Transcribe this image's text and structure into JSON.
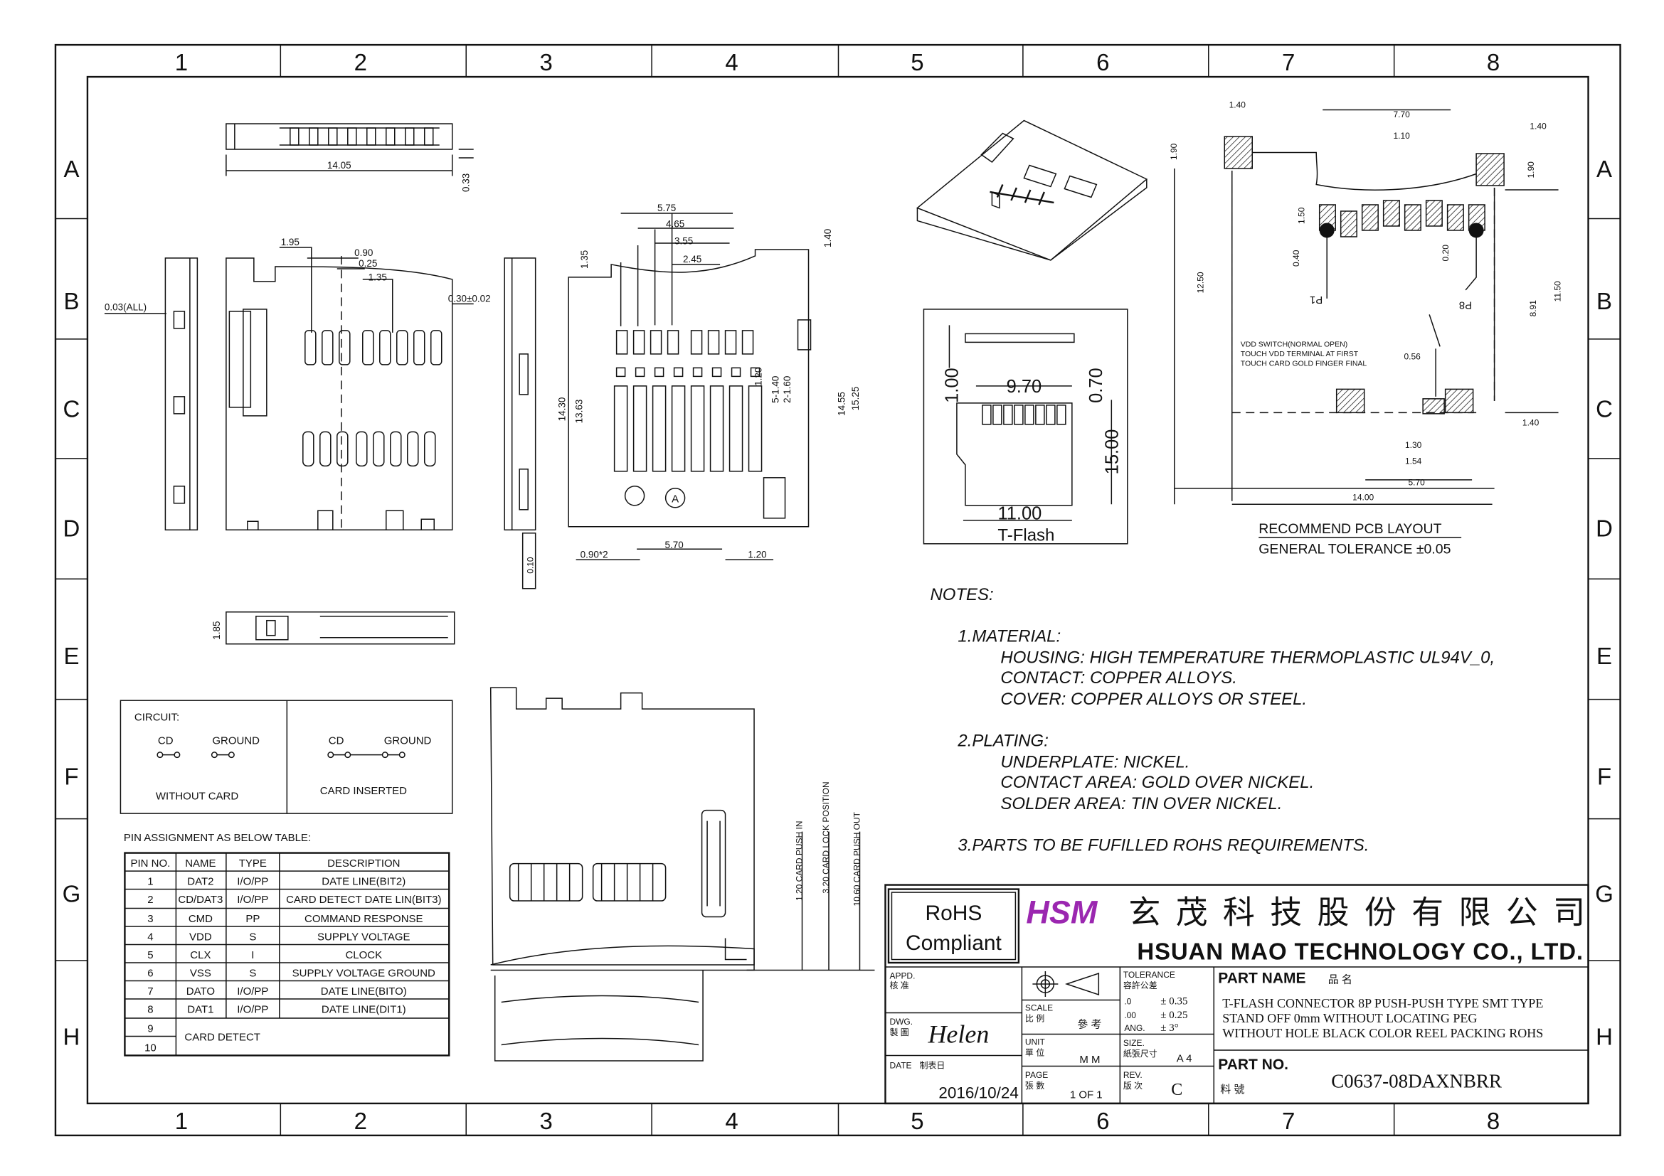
{
  "border": {
    "columns": [
      "1",
      "2",
      "3",
      "4",
      "5",
      "6",
      "7",
      "8"
    ],
    "rows": [
      "A",
      "B",
      "C",
      "D",
      "E",
      "F",
      "G",
      "H"
    ]
  },
  "views": {
    "top_view": {
      "dims": [
        "14.05",
        "0.33"
      ]
    },
    "front_view": {
      "dims": [
        "1.95",
        "0.90",
        "0.25",
        "1.35",
        "0.30±0.02",
        "0.03(ALL)"
      ]
    },
    "side_view": {
      "flatness": "0.10"
    },
    "bottom_view": {
      "dims": [
        "5.75",
        "4.65",
        "3.55",
        "2.45",
        "1.35",
        "1.40",
        "14.30",
        "13.63",
        "1.20",
        "5-1.40",
        "2-1.60",
        "14.55",
        "15.25",
        "0.90*2",
        "5.70",
        "1.20"
      ],
      "marker": "A"
    },
    "end_view": {
      "dims": [
        "1.85"
      ]
    },
    "push_view": {
      "labels": [
        "1.20  CARD PUSH IN",
        "3.20  CARD LOCK POSITION",
        "10.60  CARD PUSH OUT"
      ]
    }
  },
  "tflash": {
    "dims": [
      "9.70",
      "1.00",
      "0.70",
      "15.00",
      "11.00"
    ],
    "label": "T-Flash"
  },
  "pcb": {
    "dims": [
      "1.40",
      "7.70",
      "1.40",
      "1.10",
      "1.90",
      "1.90",
      "1.50",
      "0.40",
      "0.20",
      "12.50",
      "8.91",
      "11.50",
      "0.56",
      "1.40",
      "1.30",
      "1.54",
      "5.70",
      "14.00"
    ],
    "pins": [
      "P1",
      "P8"
    ],
    "note": [
      "VDD SWITCH(NORMAL OPEN)",
      "TOUCH VDD TERMINAL AT FIRST",
      "TOUCH CARD GOLD FINGER FINAL"
    ],
    "title": "RECOMMEND PCB LAYOUT",
    "tolerance": "GENERAL TOLERANCE ±0.05"
  },
  "notes": {
    "heading": "NOTES:",
    "lines": [
      "1.MATERIAL:",
      "HOUSING: HIGH TEMPERATURE THERMOPLASTIC UL94V_0,",
      "CONTACT: COPPER ALLOYS.",
      "COVER: COPPER ALLOYS OR STEEL.",
      "2.PLATING:",
      "UNDERPLATE: NICKEL.",
      "CONTACT AREA: GOLD OVER NICKEL.",
      "SOLDER AREA: TIN OVER NICKEL.",
      "3.PARTS TO BE FUFILLED ROHS REQUIREMENTS."
    ]
  },
  "circuit": {
    "title": "CIRCUIT:",
    "cd": "CD",
    "ground": "GROUND",
    "without_card": "WITHOUT CARD",
    "card_inserted": "CARD INSERTED"
  },
  "pin_table": {
    "caption": "PIN ASSIGNMENT AS BELOW TABLE:",
    "headers": [
      "PIN NO.",
      "NAME",
      "TYPE",
      "DESCRIPTION"
    ],
    "rows": [
      [
        "1",
        "DAT2",
        "I/O/PP",
        "DATE LINE(BIT2)"
      ],
      [
        "2",
        "CD/DAT3",
        "I/O/PP",
        "CARD DETECT DATE LIN(BIT3)"
      ],
      [
        "3",
        "CMD",
        "PP",
        "COMMAND RESPONSE"
      ],
      [
        "4",
        "VDD",
        "S",
        "SUPPLY VOLTAGE"
      ],
      [
        "5",
        "CLX",
        "I",
        "CLOCK"
      ],
      [
        "6",
        "VSS",
        "S",
        "SUPPLY VOLTAGE GROUND"
      ],
      [
        "7",
        "DATO",
        "I/O/PP",
        "DATE LINE(BITO)"
      ],
      [
        "8",
        "DAT1",
        "I/O/PP",
        "DATE LINE(DIT1)"
      ]
    ],
    "merged_pins": [
      "9",
      "10"
    ],
    "merged_desc": "CARD DETECT"
  },
  "title_block": {
    "rohs": [
      "RoHS",
      "Compliant"
    ],
    "logo": "HSM",
    "company_cn": "玄茂科技股份有限公司",
    "company_en": "HSUAN MAO TECHNOLOGY CO., LTD.",
    "appd_label": "APPD.",
    "appd_cn": "核 准",
    "dwg_label": "DWG.",
    "dwg_cn": "製 圖",
    "drawn_by": "Helen",
    "date_label": "DATE",
    "date_cn": "制表日",
    "date": "2016/10/24",
    "scale_label": "SCALE",
    "scale_cn": "比 例",
    "scale": "參 考",
    "unit_label": "UNIT",
    "unit_cn": "單 位",
    "unit": "M M",
    "page_label": "PAGE",
    "page_cn": "張 數",
    "page": "1 OF 1",
    "tolerance_label": "TOLERANCE",
    "tolerance_cn": "容許公差",
    "tolerances": [
      [
        ".0",
        "± 0.35"
      ],
      [
        ".00",
        "± 0.25"
      ],
      [
        "ANG.",
        "± 3°"
      ]
    ],
    "size_label": "SIZE.",
    "size_cn": "紙張尺寸",
    "size": "A 4",
    "rev_label": "REV.",
    "rev_cn": "版 次",
    "rev": "C",
    "part_name_label": "PART NAME",
    "part_name_cn": "品  名",
    "part_name": [
      "T-FLASH CONNECTOR 8P PUSH-PUSH TYPE SMT TYPE",
      "STAND OFF 0mm WITHOUT LOCATING PEG",
      "WITHOUT HOLE BLACK COLOR REEL PACKING ROHS"
    ],
    "part_no_label": "PART NO.",
    "part_no_cn": "料  號",
    "part_no": "C0637-08DAXNBRR",
    "logo_color": "#9b27b0"
  }
}
